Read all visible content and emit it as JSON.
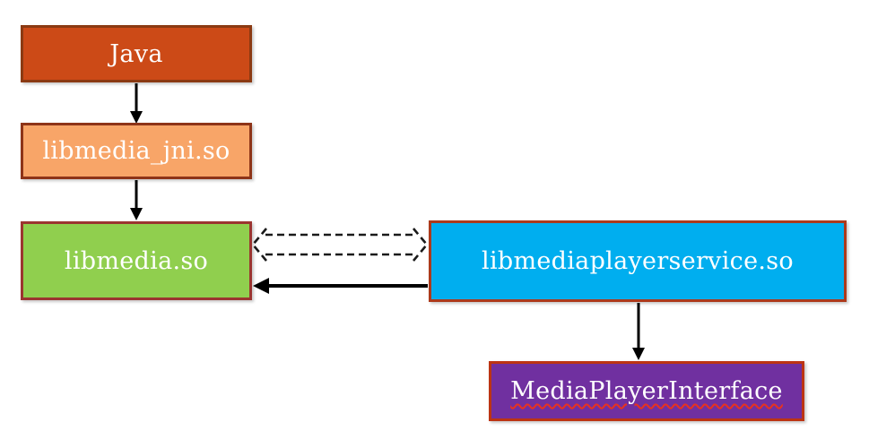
{
  "diagram": {
    "background_color": "#ffffff",
    "arrow_color": "#000000",
    "nodes": [
      {
        "id": "java",
        "label": "Java",
        "fill": "#cc4a17",
        "border": "#8b3a12",
        "text_color": "#ffffff"
      },
      {
        "id": "libmedia_jni",
        "label": "libmedia_jni.so",
        "fill": "#f8a568",
        "border": "#8e3418",
        "text_color": "#ffffff"
      },
      {
        "id": "libmedia",
        "label": "libmedia.so",
        "fill": "#90cf4e",
        "border": "#9b3530",
        "text_color": "#ffffff"
      },
      {
        "id": "libmediaplayerservice",
        "label": "libmediaplayerservice.so",
        "fill": "#00aeef",
        "border": "#ac3a1c",
        "text_color": "#ffffff"
      },
      {
        "id": "mediaplayerinterface",
        "label": "MediaPlayerInterface",
        "fill": "#7030a0",
        "border": "#bc3413",
        "text_color": "#ffffff",
        "underline": "red-wavy-spellcheck",
        "underline_color": "#e8321e"
      }
    ],
    "edges": [
      {
        "id": "java-to-libmedia_jni",
        "from": "Java",
        "to": "libmedia_jni.so",
        "style": "solid",
        "direction": "down"
      },
      {
        "id": "libmedia_jni-to-libmedia",
        "from": "libmedia_jni.so",
        "to": "libmedia.so",
        "style": "solid",
        "direction": "down"
      },
      {
        "id": "libmedia-libmediaplayerservice",
        "from": "libmedia.so",
        "to": "libmediaplayerservice.so",
        "style": "dashed",
        "direction": "both"
      },
      {
        "id": "libmediaplayerservice-to-libmedia",
        "from": "libmediaplayerservice.so",
        "to": "libmedia.so",
        "style": "solid",
        "direction": "left"
      },
      {
        "id": "libmediaplayerservice-to-mediaplayerinterface",
        "from": "libmediaplayerservice.so",
        "to": "MediaPlayerInterface",
        "style": "solid",
        "direction": "down"
      }
    ]
  }
}
